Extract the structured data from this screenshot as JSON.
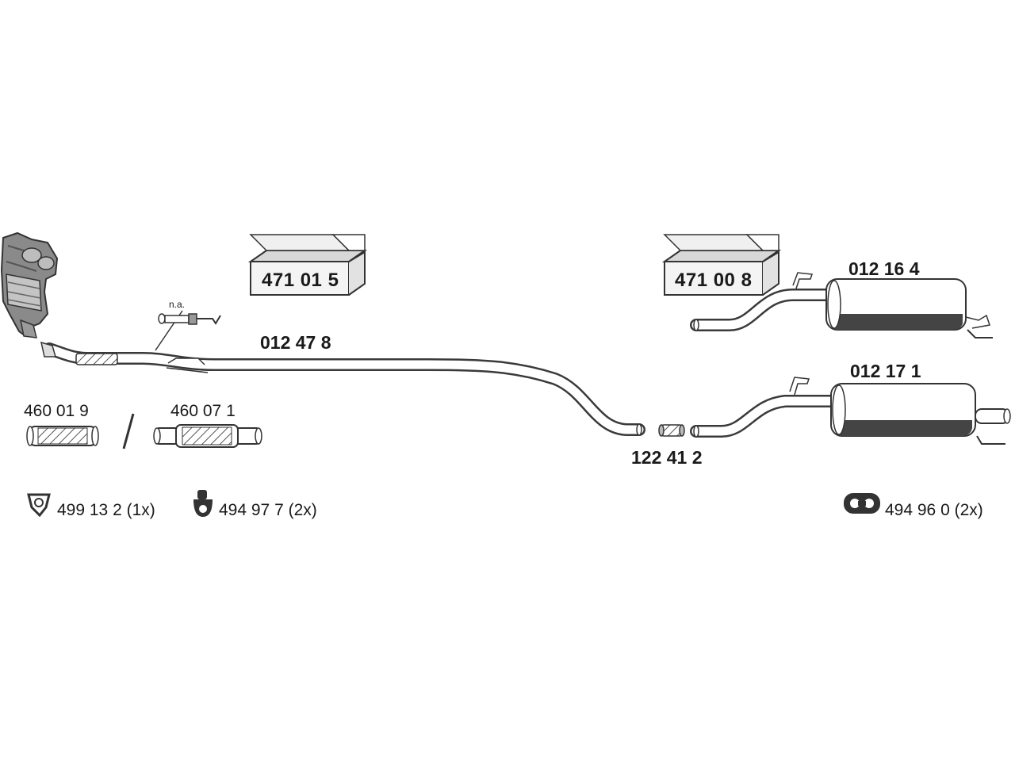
{
  "kits": {
    "front_kit": "471 01 5",
    "rear_kit": "471 00 8"
  },
  "parts": {
    "middle_pipe": "012 47 8",
    "rear_silencer_upper": "012 16 4",
    "rear_silencer_lower": "012 17 1",
    "connector": "122 41 2",
    "flex_pipe_a": "460 01 9",
    "flex_pipe_b": "460 07 1",
    "separator": "/",
    "sensor_note": "n.a."
  },
  "accessories": {
    "gasket": "499 13 2 (1x)",
    "rubber_mount": "494 97 7 (2x)",
    "rubber_strap": "494 96 0 (2x)"
  },
  "colors": {
    "line": "#3a3a3a",
    "pipe_fill": "#ffffff",
    "shade": "#444444",
    "box_fill": "#f2f2f2"
  }
}
